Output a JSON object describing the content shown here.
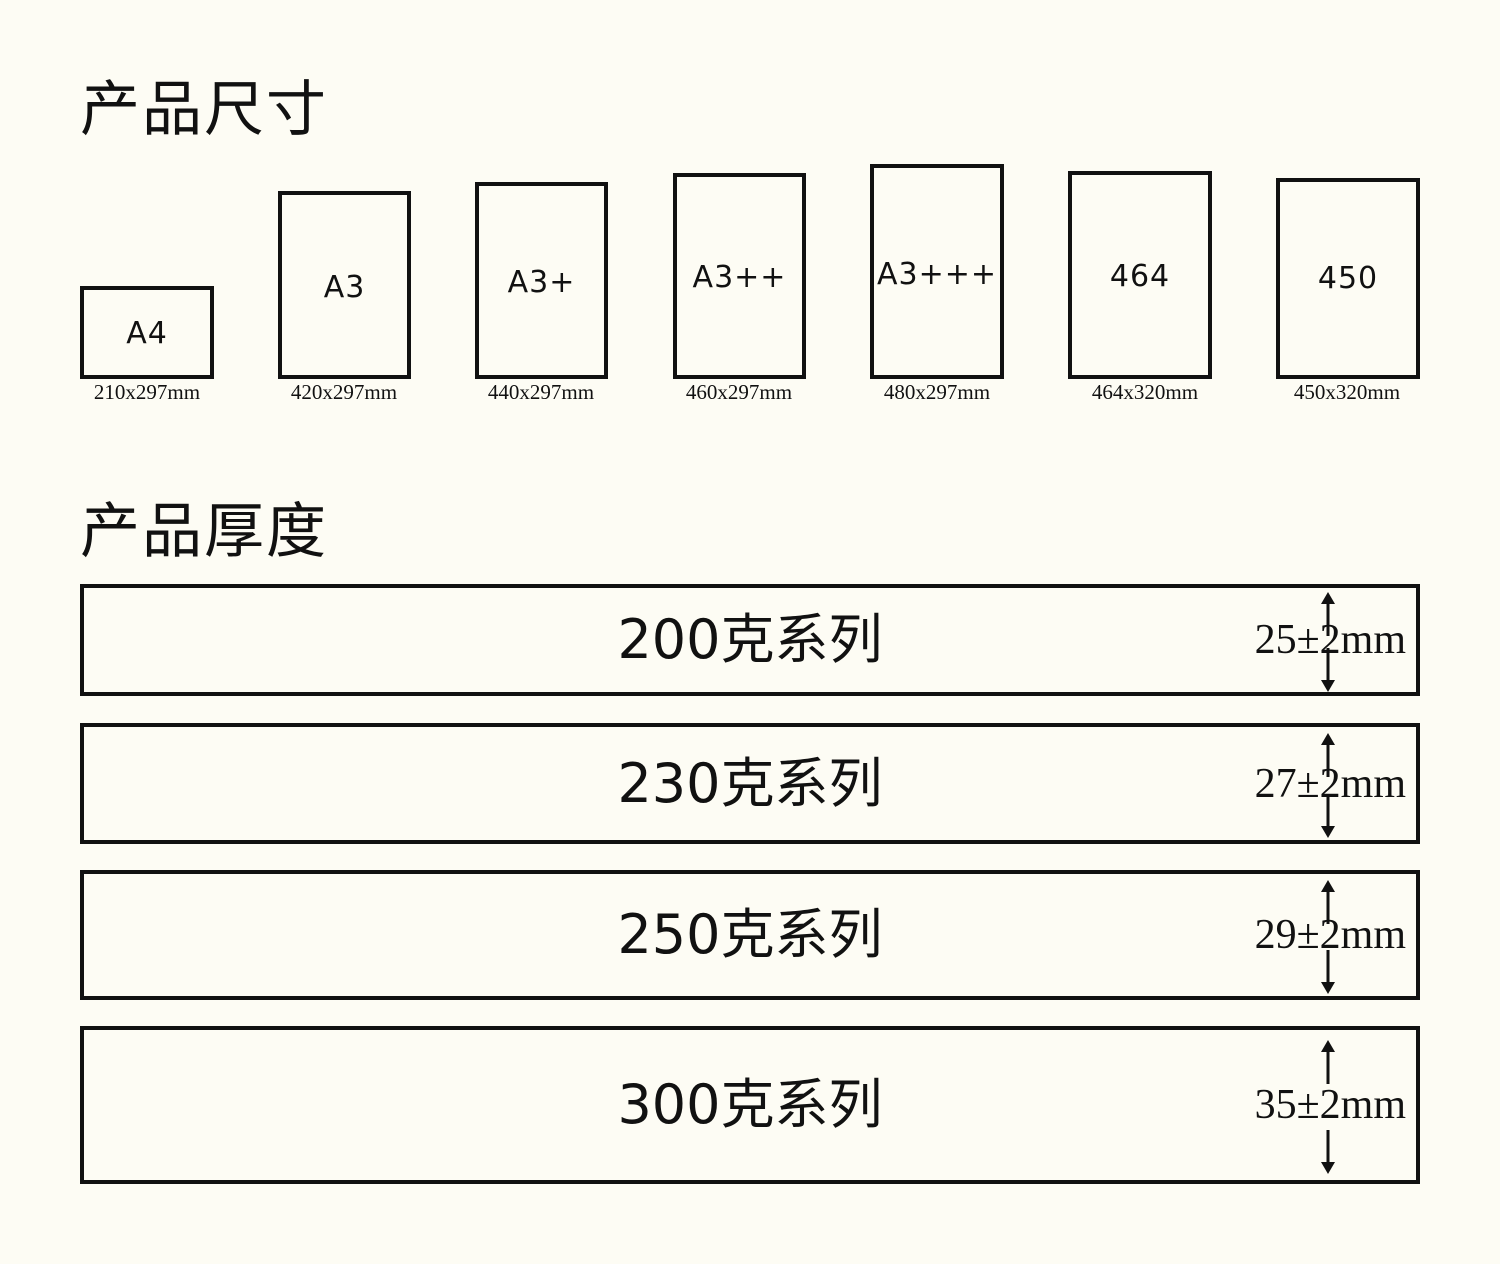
{
  "sizes_title": "产品尺寸",
  "thickness_title": "产品厚度",
  "sizes": [
    {
      "name": "A4",
      "dims": "210x297mm"
    },
    {
      "name": "A3",
      "dims": "420x297mm"
    },
    {
      "name": "A3+",
      "dims": "440x297mm"
    },
    {
      "name": "A3++",
      "dims": "460x297mm"
    },
    {
      "name": "A3+++",
      "dims": "480x297mm"
    },
    {
      "name": "464",
      "dims": "464x320mm"
    },
    {
      "name": "450",
      "dims": "450x320mm"
    }
  ],
  "thickness": [
    {
      "series": "200克系列",
      "thickness": "25±2mm"
    },
    {
      "series": "230克系列",
      "thickness": "27±2mm"
    },
    {
      "series": "250克系列",
      "thickness": "29±2mm"
    },
    {
      "series": "300克系列",
      "thickness": "35±2mm"
    }
  ]
}
